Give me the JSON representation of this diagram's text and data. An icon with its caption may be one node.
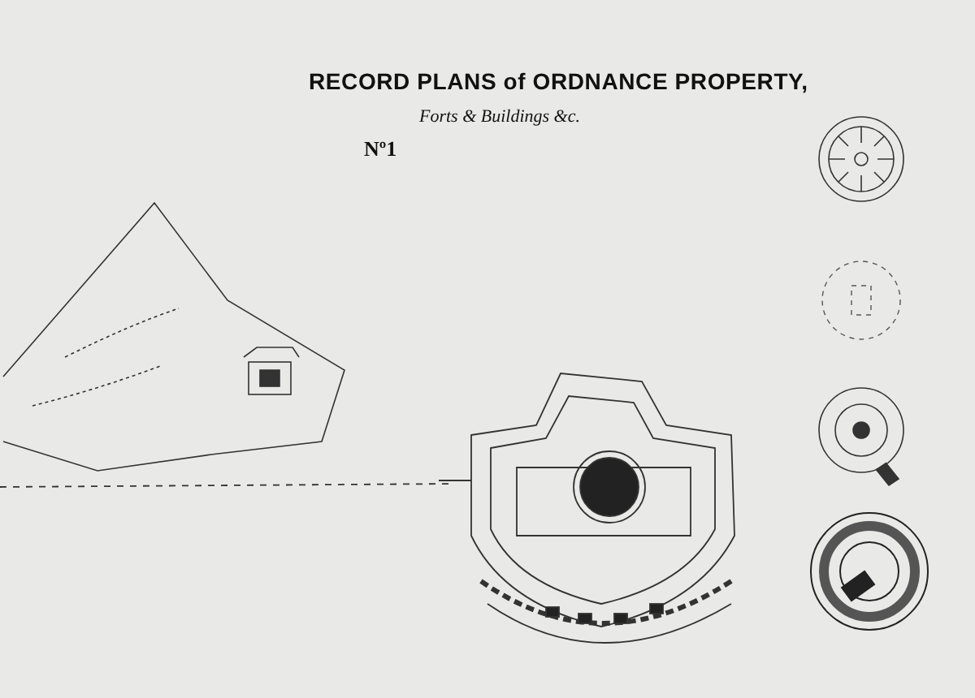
{
  "diagram": {
    "title": "RECORD PLANS of ORDNANCE PROPERTY,",
    "labels": [
      "Forts & Buildings &c.",
      "Nº1"
    ]
  }
}
